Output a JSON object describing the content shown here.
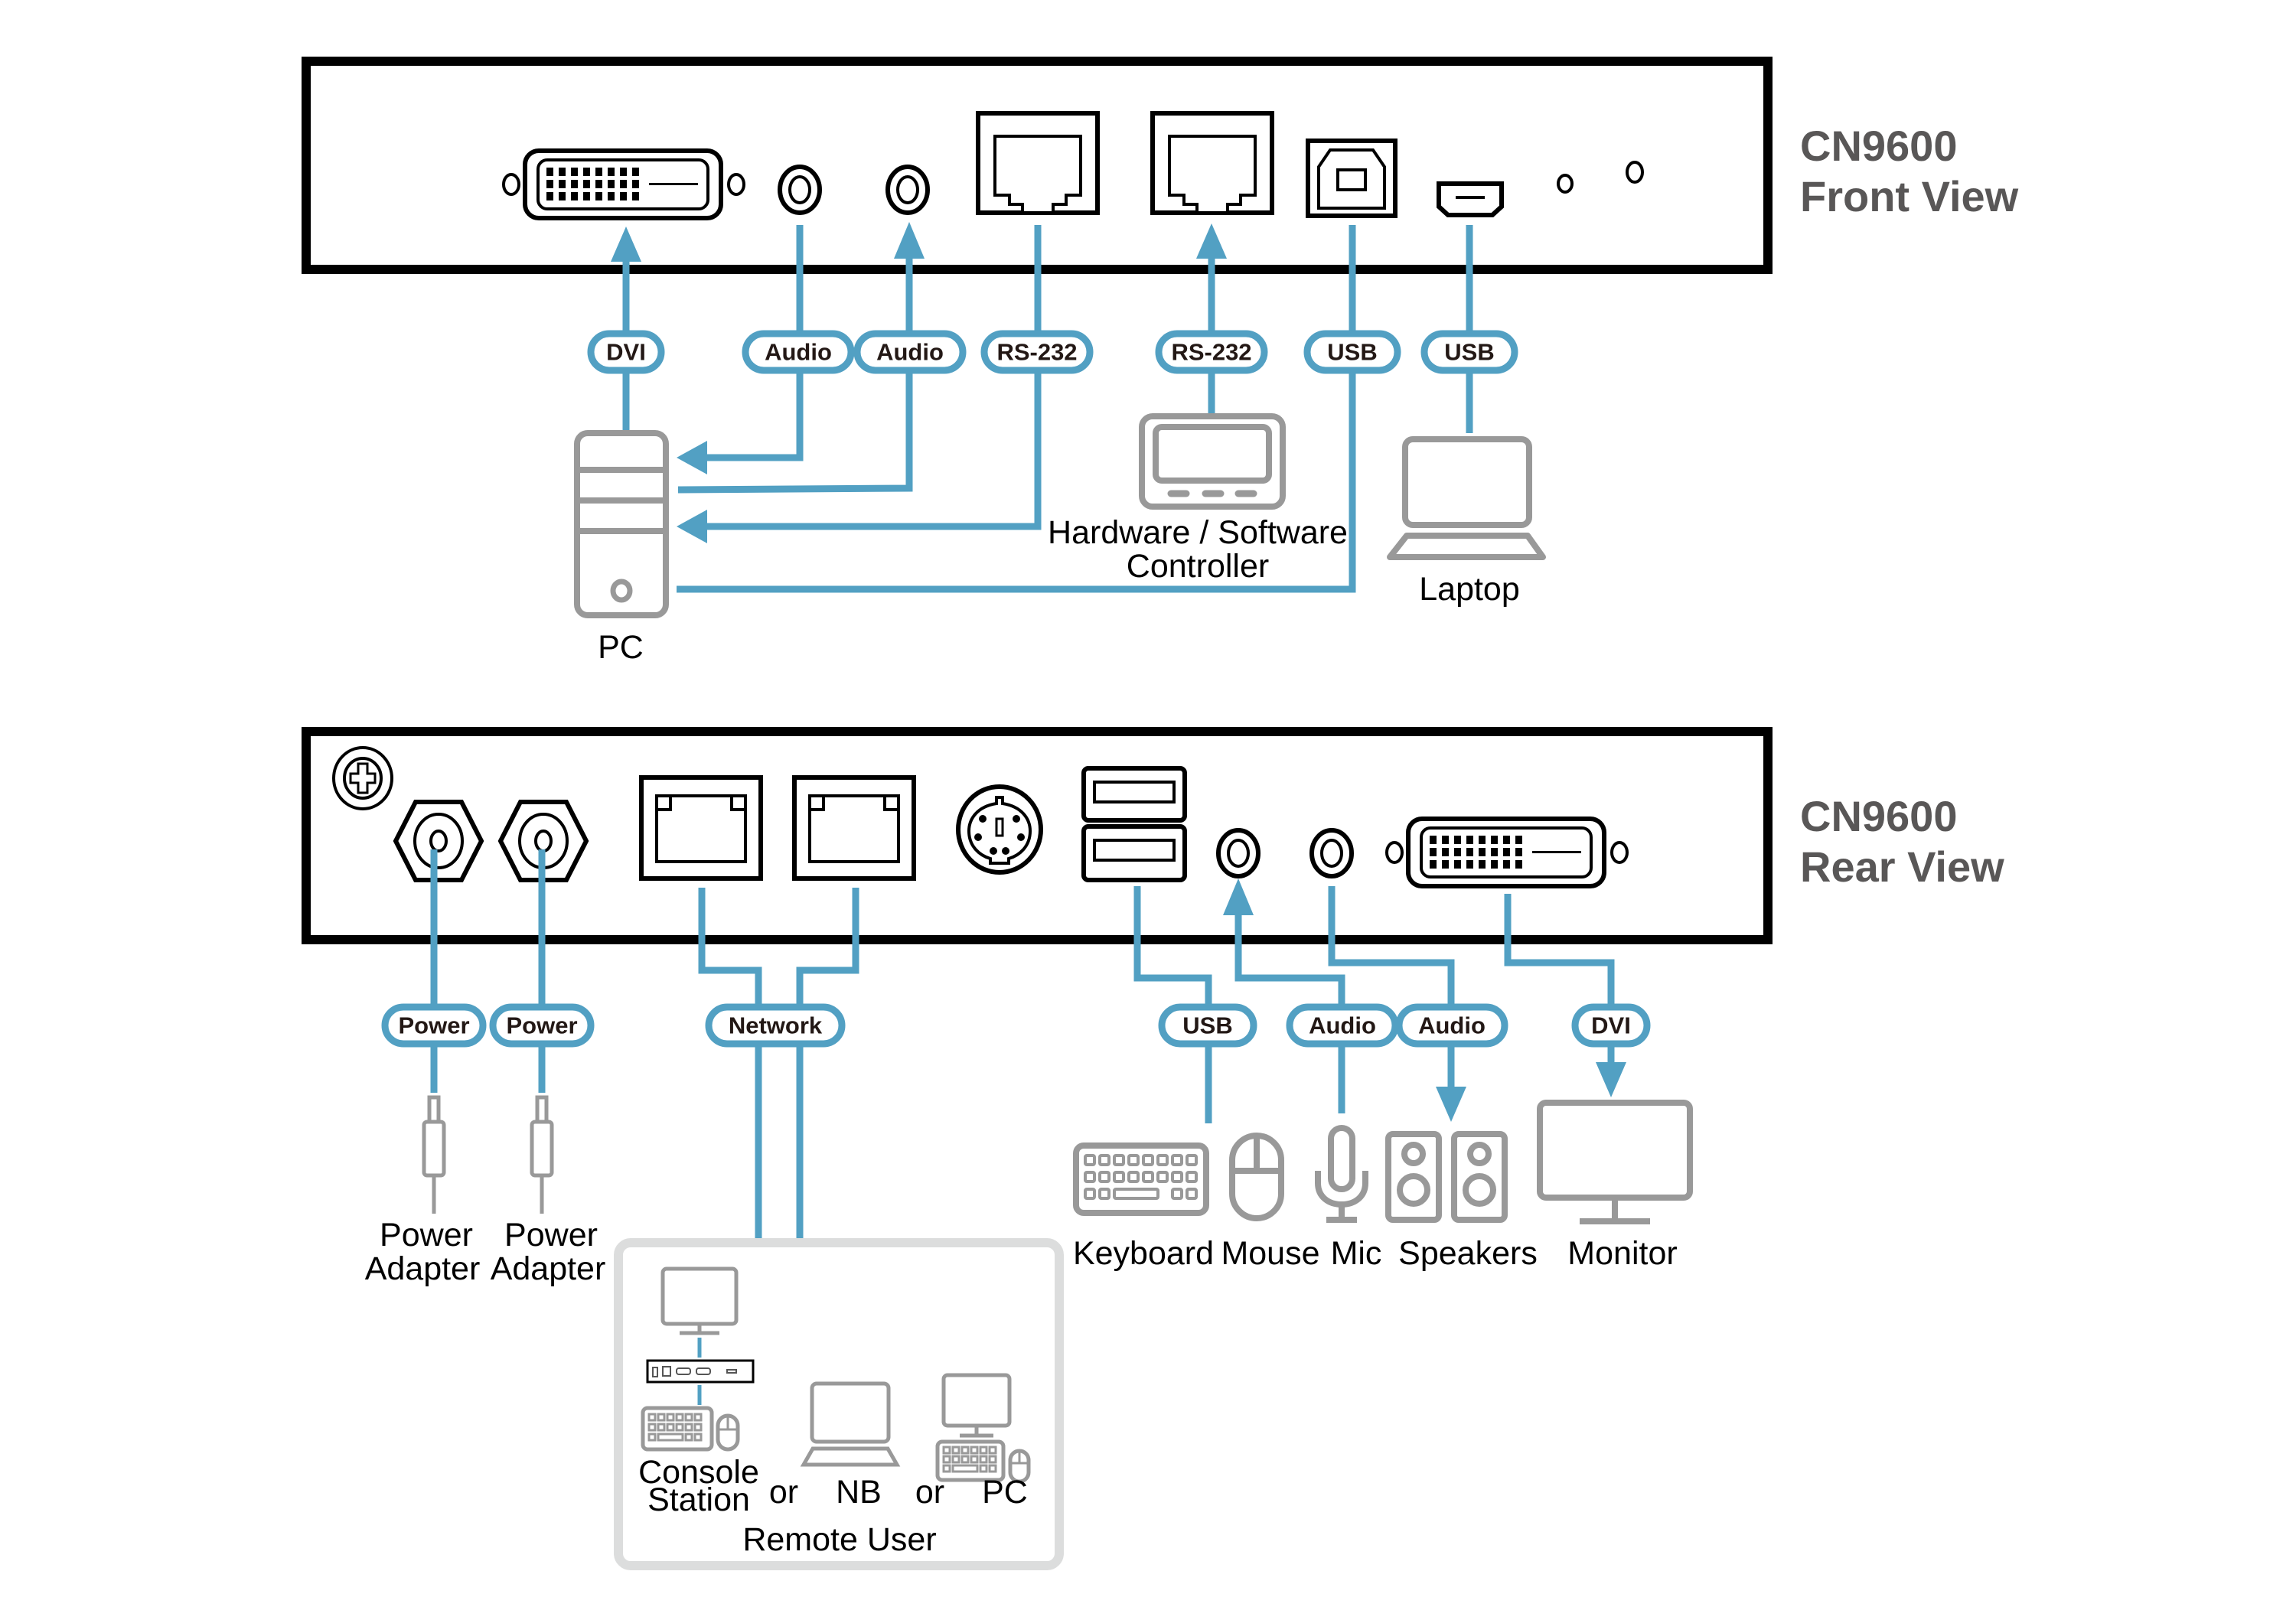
{
  "front_view": {
    "title_model": "CN9600",
    "title_view": "Front View",
    "cable_labels": {
      "dvi": "DVI",
      "audio_1": "Audio",
      "audio_2": "Audio",
      "rs232_1": "RS-232",
      "rs232_2": "RS-232",
      "usb_1": "USB",
      "usb_2": "USB"
    },
    "devices": {
      "pc": "PC",
      "controller_line1": "Hardware / Software",
      "controller_line2": "Controller",
      "laptop": "Laptop"
    }
  },
  "rear_view": {
    "title_model": "CN9600",
    "title_view": "Rear View",
    "cable_labels": {
      "power_1": "Power",
      "power_2": "Power",
      "network": "Network",
      "usb": "USB",
      "audio_1": "Audio",
      "audio_2": "Audio",
      "dvi": "DVI"
    },
    "devices": {
      "power_adapter_1_line1": "Power",
      "power_adapter_1_line2": "Adapter",
      "power_adapter_2_line1": "Power",
      "power_adapter_2_line2": "Adapter",
      "keyboard": "Keyboard",
      "mouse": "Mouse",
      "mic": "Mic",
      "speakers": "Speakers",
      "monitor": "Monitor"
    },
    "remote_user": {
      "console_line1": "Console",
      "console_line2": "Station",
      "or_1": "or",
      "nb": "NB",
      "or_2": "or",
      "pc": "PC",
      "caption": "Remote User"
    }
  },
  "colors": {
    "cable": "#52a0c3",
    "device_outline": "#999999",
    "panel_outline": "#000000",
    "title_text": "#595757",
    "remote_box": "#dcdddd"
  }
}
